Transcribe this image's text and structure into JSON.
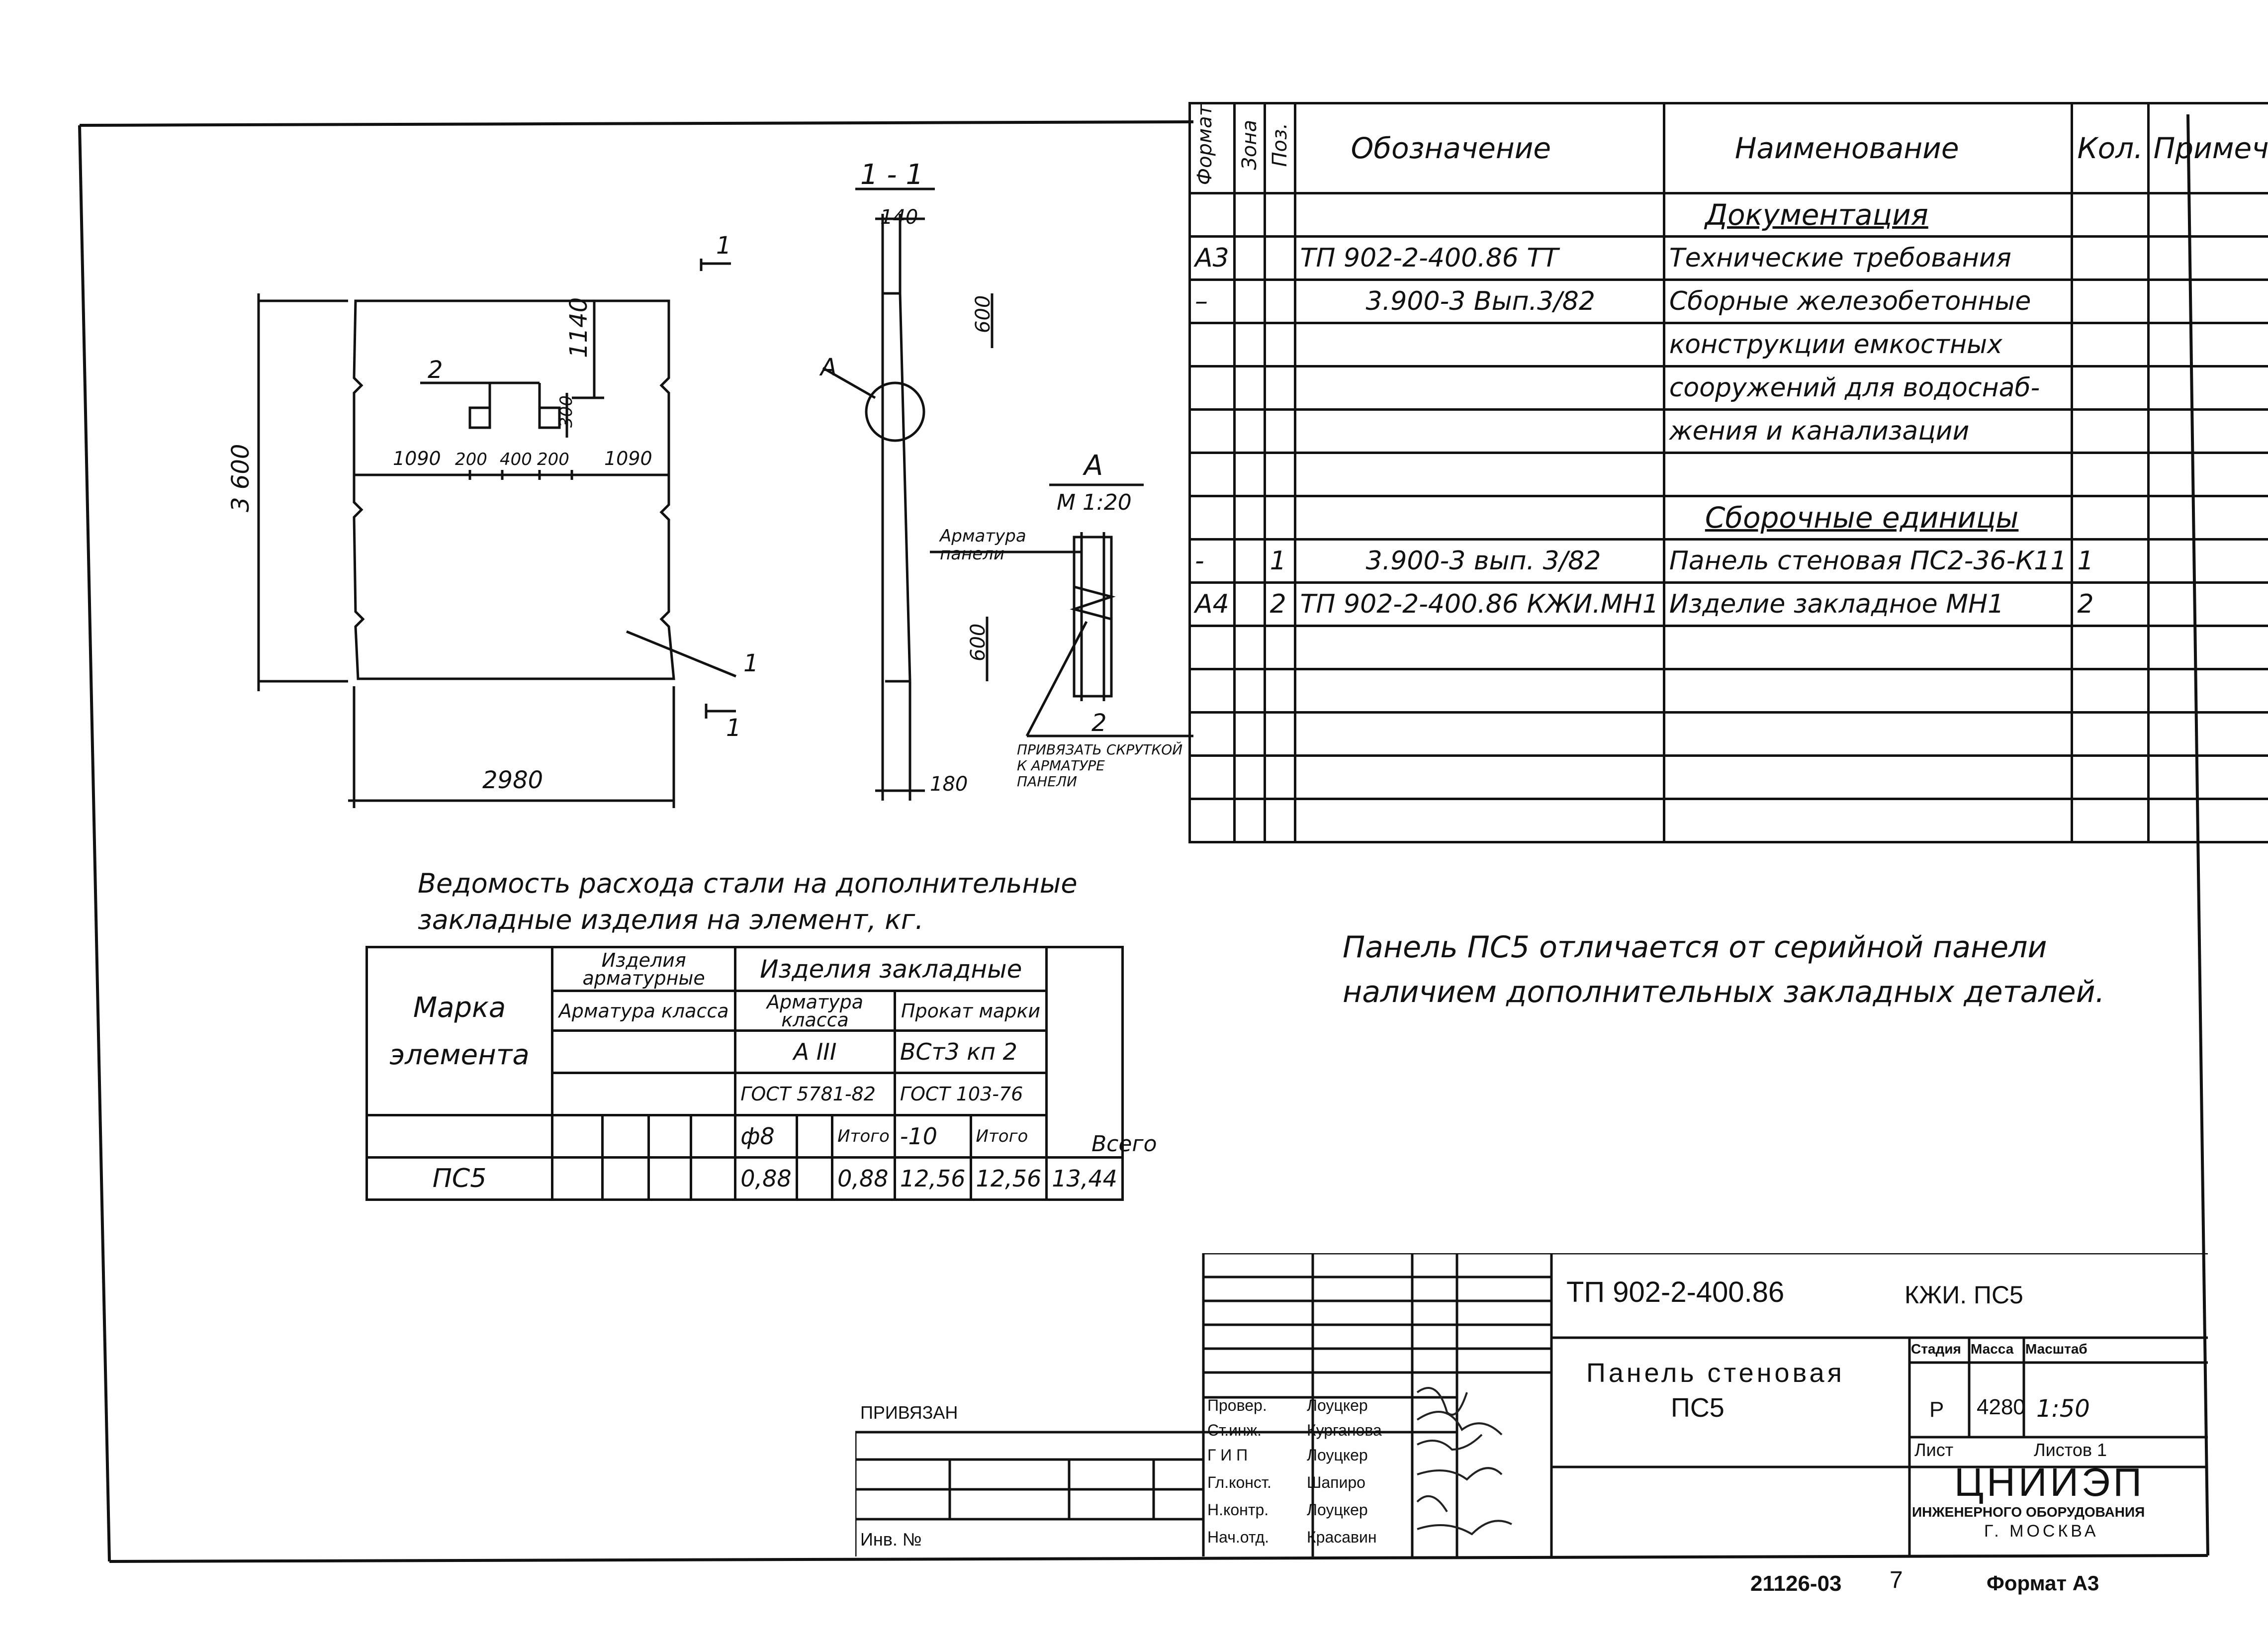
{
  "spec": {
    "headers": {
      "format": "Формат",
      "zone": "Зона",
      "pos": "Поз.",
      "designation": "Обозначение",
      "name": "Наименование",
      "qty": "Кол.",
      "note": "Примеч."
    },
    "section_doc": "Документация",
    "rows_doc": [
      {
        "format": "А3",
        "pos": "",
        "designation": "ТП 902-2-400.86     ТТ",
        "name": "Технические требования",
        "qty": ""
      },
      {
        "format": "–",
        "pos": "",
        "designation": "3.900-3  Вып.3/82",
        "name": "Сборные железобетонные",
        "qty": ""
      },
      {
        "format": "",
        "pos": "",
        "designation": "",
        "name": "конструкции емкостных",
        "qty": ""
      },
      {
        "format": "",
        "pos": "",
        "designation": "",
        "name": "сооружений для водоснаб-",
        "qty": ""
      },
      {
        "format": "",
        "pos": "",
        "designation": "",
        "name": "жения и канализации",
        "qty": ""
      }
    ],
    "section_asm": "Сборочные единицы",
    "rows_asm": [
      {
        "format": "-",
        "pos": "1",
        "designation": "3.900-3  вып. 3/82",
        "name": "Панель стеновая ПС2-36-К11",
        "qty": "1"
      },
      {
        "format": "А4",
        "pos": "2",
        "designation": "ТП 902-2-400.86   КЖИ.МН1",
        "name": "Изделие закладное МН1",
        "qty": "2"
      }
    ]
  },
  "drawing": {
    "section_label": "1 - 1",
    "cut_mark": "1",
    "detail_label": "А",
    "detail_scale": "М 1:20",
    "dims": {
      "height": "3 600",
      "width": "2980",
      "top_offset": "1140",
      "embed_size": "300",
      "d1": "1090",
      "d2": "200",
      "d3": "400",
      "d4": "200",
      "d5": "1090",
      "thick_top": "140",
      "thick_bottom": "180",
      "up": "600",
      "down": "600"
    },
    "labels": {
      "item2": "2",
      "item1": "1",
      "arm_label": "Арматура\nпанели",
      "tie_note": "Привязать скруткой\nк арматуре\nпанели"
    }
  },
  "steel_table": {
    "title_line1": "Ведомость расхода стали на дополнительные",
    "title_line2": "закладные изделия на элемент, кг.",
    "mark_label": "Марка",
    "elem_label": "элемента",
    "grp_arm": "Изделия арматурные",
    "grp_zak": "Изделия закладные",
    "arm_class": "Арматура класса",
    "arm_class2": "Арматура класса",
    "prokat": "Прокат марки",
    "a3": "А III",
    "vst": "ВСт3 кп 2",
    "gost1": "ГОСТ 5781-82",
    "gost2": "ГОСТ 103-76",
    "phi8": "ф8",
    "itogo": "Итого",
    "phi10": "-10",
    "vsego": "Всего",
    "row": {
      "mark": "ПС5",
      "v1": "0,88",
      "v2": "0,88",
      "v3": "12,56",
      "v4": "12,56",
      "total": "13,44"
    }
  },
  "note_line1": "Панель ПС5 отличается от серийной панели",
  "note_line2": "наличием дополнительных закладных деталей.",
  "title_block": {
    "code": "ТП 902-2-400.86",
    "kzh": "КЖИ. ПС5",
    "title1": "Панель стеновая",
    "title2": "ПС5",
    "stage_h": "Стадия",
    "mass_h": "Масса",
    "scale_h": "Масштаб",
    "stage": "Р",
    "mass": "4280",
    "scale": "1:50",
    "sheet_h": "Лист",
    "sheets_h": "Листов 1",
    "org1": "ЦНИИЭП",
    "org2": "инженерного оборудования",
    "org3": "г. Москва",
    "privyazan": "ПРИВЯЗАН",
    "inv": "Инв. №",
    "people": [
      {
        "role": "Провер.",
        "name": "Лоуцкер"
      },
      {
        "role": "Ст.инж.",
        "name": "Курганова"
      },
      {
        "role": "Г И П",
        "name": "Лоуцкер"
      },
      {
        "role": "Гл.конст.",
        "name": "Шапиро"
      },
      {
        "role": "Н.контр.",
        "name": "Лоуцкер"
      },
      {
        "role": "Нач.отд.",
        "name": "Красавин"
      }
    ]
  },
  "footer": {
    "number": "21126-03",
    "page": "7",
    "format": "Формат А3"
  }
}
